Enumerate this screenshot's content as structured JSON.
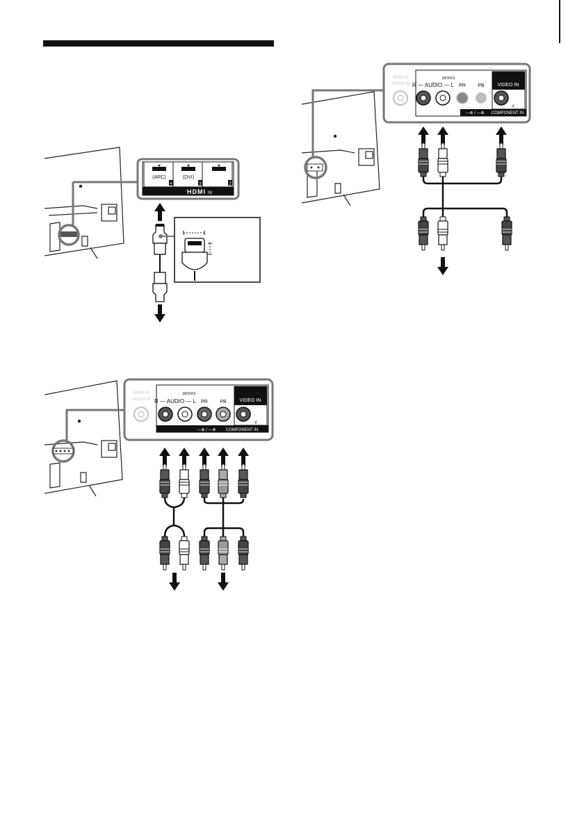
{
  "hdmi": {
    "labels": [
      "(ARC)",
      "(DVI)",
      ""
    ],
    "numbers": [
      "4",
      "3",
      "2"
    ],
    "logo": "HDMI",
    "in": "IN"
  },
  "component": {
    "grey_top": "HDMI IN",
    "grey_bottom": "AUDIO IN",
    "audio_label": "R — AUDIO — L",
    "mono": "(MONO)",
    "pr": "PR",
    "pb": "PB",
    "video_in": "VIDEO IN",
    "y": "Y",
    "component_in": "COMPONENT IN",
    "component_sym": "—⊕ / —⊕"
  },
  "colors": {
    "line": "#111111",
    "panel_border": "#666666",
    "grey": "#cccccc"
  }
}
